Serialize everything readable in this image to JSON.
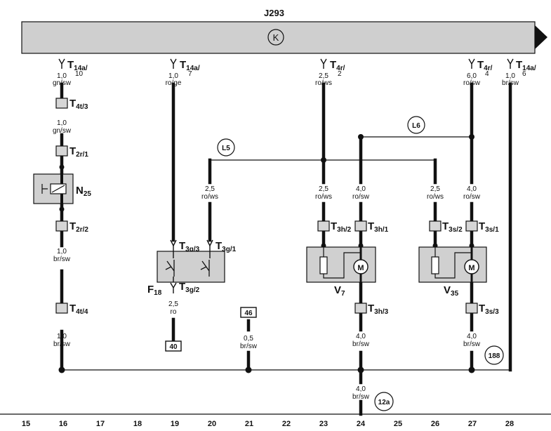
{
  "header": {
    "unit": "J293",
    "symbol": "K"
  },
  "top_connectors": [
    {
      "base": "T",
      "sub": "14a/",
      "pin": "10",
      "size": "1,0",
      "color": "gn/sw"
    },
    {
      "base": "T",
      "sub": "14a/",
      "pin": "7",
      "size": "1,0",
      "color": "ro/ge"
    },
    {
      "base": "T",
      "sub": "4r/",
      "pin": "2",
      "size": "2,5",
      "color": "ro/ws"
    },
    {
      "base": "T",
      "sub": "4r/",
      "pin": "4",
      "size": "6,0",
      "color": "ro/sw"
    },
    {
      "base": "T",
      "sub": "14a/",
      "pin": "6",
      "size": "1,0",
      "color": "br/sw"
    }
  ],
  "connectors": {
    "t4t3": {
      "base": "T",
      "sub": "4t/3"
    },
    "t2r1": {
      "base": "T",
      "sub": "2r/1"
    },
    "t2r2": {
      "base": "T",
      "sub": "2r/2"
    },
    "t4t4": {
      "base": "T",
      "sub": "4t/4"
    },
    "t3g3": {
      "base": "T",
      "sub": "3g/3"
    },
    "t3g1": {
      "base": "T",
      "sub": "3g/1"
    },
    "t3g2": {
      "base": "T",
      "sub": "3g/2"
    },
    "t3h2": {
      "base": "T",
      "sub": "3h/2"
    },
    "t3h1": {
      "base": "T",
      "sub": "3h/1"
    },
    "t3h3": {
      "base": "T",
      "sub": "3h/3"
    },
    "t3s2": {
      "base": "T",
      "sub": "3s/2"
    },
    "t3s1": {
      "base": "T",
      "sub": "3s/1"
    },
    "t3s3": {
      "base": "T",
      "sub": "3s/3"
    }
  },
  "wires": {
    "w16a": {
      "size": "1,0",
      "color": "gn/sw"
    },
    "w16b": {
      "size": "1,0",
      "color": "br/sw"
    },
    "w16c": {
      "size": "1,0",
      "color": "br/sw"
    },
    "w19": {
      "size": "2,5",
      "color": "ro"
    },
    "w20": {
      "size": "2,5",
      "color": "ro/ws"
    },
    "w21": {
      "size": "0,5",
      "color": "br/sw"
    },
    "w23": {
      "size": "2,5",
      "color": "ro/ws"
    },
    "w24a": {
      "size": "4,0",
      "color": "ro/sw"
    },
    "w24b": {
      "size": "4,0",
      "color": "br/sw"
    },
    "w24c": {
      "size": "4,0",
      "color": "br/sw"
    },
    "w26": {
      "size": "2,5",
      "color": "ro/ws"
    },
    "w27a": {
      "size": "4,0",
      "color": "ro/sw"
    },
    "w27b": {
      "size": "4,0",
      "color": "br/sw"
    }
  },
  "components": {
    "n25": {
      "base": "N",
      "sub": "25"
    },
    "f18": {
      "base": "F",
      "sub": "18"
    },
    "v7": {
      "base": "V",
      "sub": "7"
    },
    "v35": {
      "base": "V",
      "sub": "35"
    },
    "motor_symbol": "M"
  },
  "refs": {
    "l5": "L5",
    "l6": "L6",
    "r188": "188",
    "r12a": "12a",
    "r40": "40",
    "r46": "46"
  },
  "columns": [
    "15",
    "16",
    "17",
    "18",
    "19",
    "20",
    "21",
    "22",
    "23",
    "24",
    "25",
    "26",
    "27",
    "28"
  ]
}
